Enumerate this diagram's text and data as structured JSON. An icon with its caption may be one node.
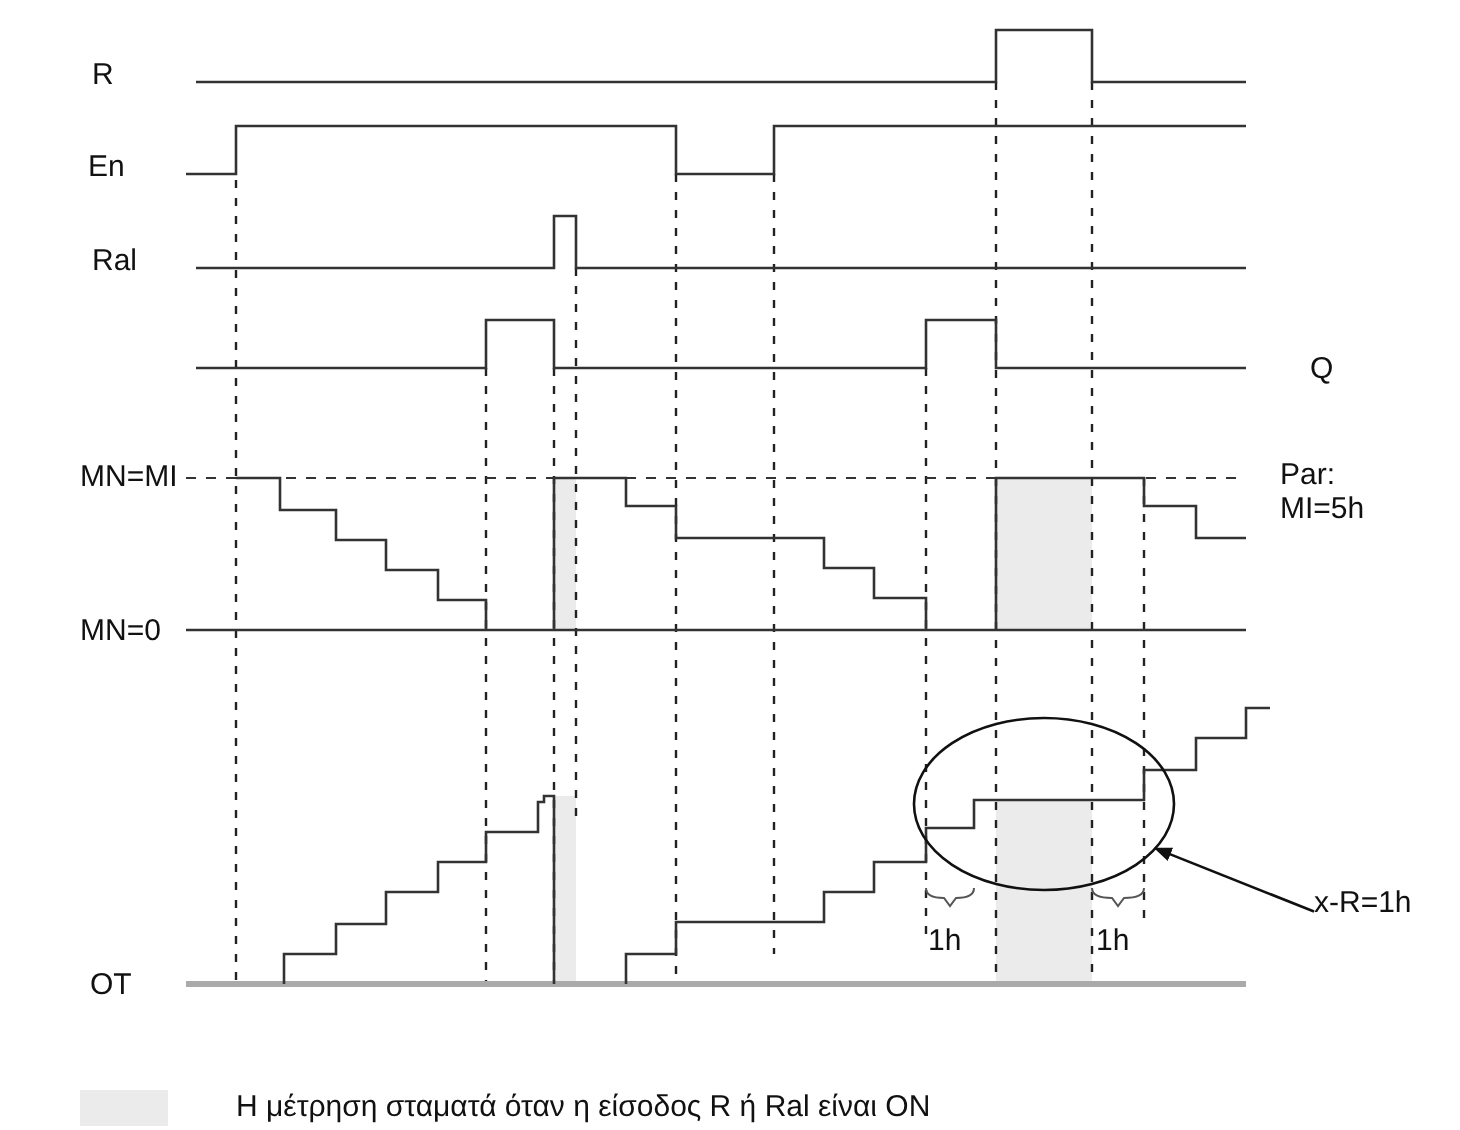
{
  "diagram": {
    "nodes": [
      {
        "text": [
          "x-R=1h"
        ]
      },
      {
        "text": [],
        "shape": "circle"
      }
    ],
    "edges": [
      {
        "from": 0,
        "to": 1,
        "arrow": "to"
      }
    ],
    "labels": [
      "R",
      "En",
      "Ral",
      "Q",
      "MN=MI",
      "Par: MI=5h",
      "MN=0",
      "1h",
      "1h",
      "OT"
    ],
    "legend": [
      {
        "text": "Η μέτρηση σταματά όταν η είσοδος R ή Ral είναι ON",
        "color": "#ebebeb"
      }
    ]
  }
}
